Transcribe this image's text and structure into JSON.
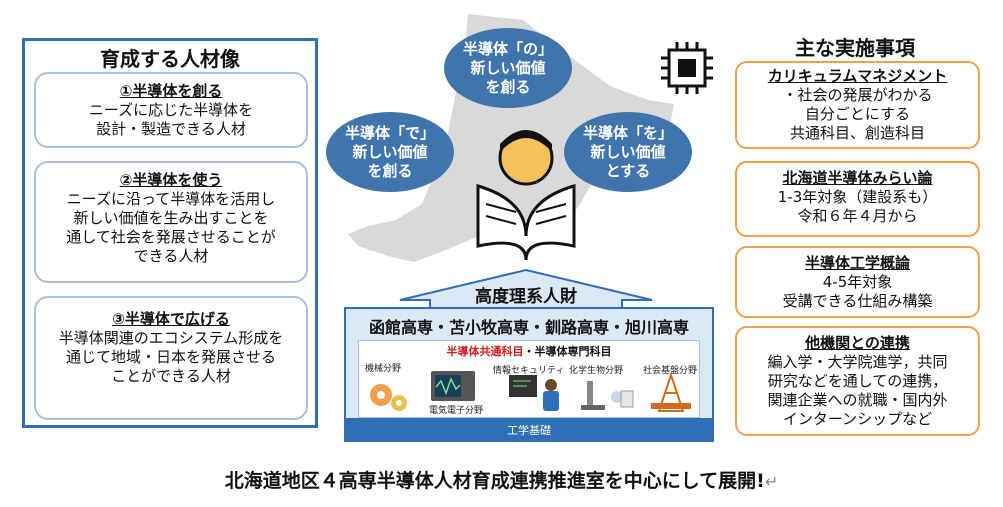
{
  "left": {
    "title": "育成する人材像",
    "boxes": [
      {
        "heading": "①半導体を創る",
        "lines": [
          "ニーズに応じた半導体を",
          "設計・製造できる人材"
        ]
      },
      {
        "heading": "②半導体を使う",
        "lines": [
          "ニーズに沿って半導体を活用し",
          "新しい価値を生み出すことを",
          "通して社会を発展させることが",
          "できる人材"
        ]
      },
      {
        "heading": "③半導体で広げる",
        "lines": [
          "半導体関連のエコシステム形成を",
          "通じて地域・日本を発展させる",
          "ことができる人材"
        ]
      }
    ]
  },
  "center": {
    "bubbles": {
      "top": [
        "半導体「の」",
        "新しい価値",
        "を創る"
      ],
      "left": [
        "半導体「で」",
        "新しい価値",
        "を創る"
      ],
      "right": [
        "半導体「を」",
        "新しい価値",
        "とする"
      ]
    },
    "arrow_label": "高度理系人財",
    "schools": "函館高専・苫小牧高専・釧路高専・旭川高専",
    "subjects_red": "半導体共通科目",
    "subjects_rest": "・半導体専門科目",
    "fields": [
      "機械分野",
      "電気電子分野",
      "情報セキュリティ",
      "化学生物分野",
      "社会基盤分野"
    ],
    "base": "工学基礎"
  },
  "right": {
    "title": "主な実施事項",
    "boxes": [
      {
        "heading": "カリキュラムマネジメント",
        "lines": [
          "・社会の発展がわかる",
          "自分ごとにする",
          "共通科目、創造科目"
        ]
      },
      {
        "heading": "北海道半導体みらい論",
        "lines": [
          "1-3年対象（建設系も）",
          "令和６年４月から"
        ]
      },
      {
        "heading": "半導体工学概論",
        "lines": [
          "4-5年対象",
          "受講できる仕組み構築"
        ]
      },
      {
        "heading": "他機関との連携",
        "lines": [
          "編入学・大学院進学，共同",
          "研究などを通しての連携，",
          "関連企業への就職・国内外",
          "インターンシップなど"
        ]
      }
    ]
  },
  "footer": {
    "text": "北海道地区４高専半導体人材育成連携推進室を中心にして展開!",
    "return_mark": "↵"
  },
  "colors": {
    "blue": "#2f6fb8",
    "bubble": "#3f74ad",
    "orange": "#f0a04b",
    "map": "#d9d9d9",
    "red": "#d21c1c"
  }
}
